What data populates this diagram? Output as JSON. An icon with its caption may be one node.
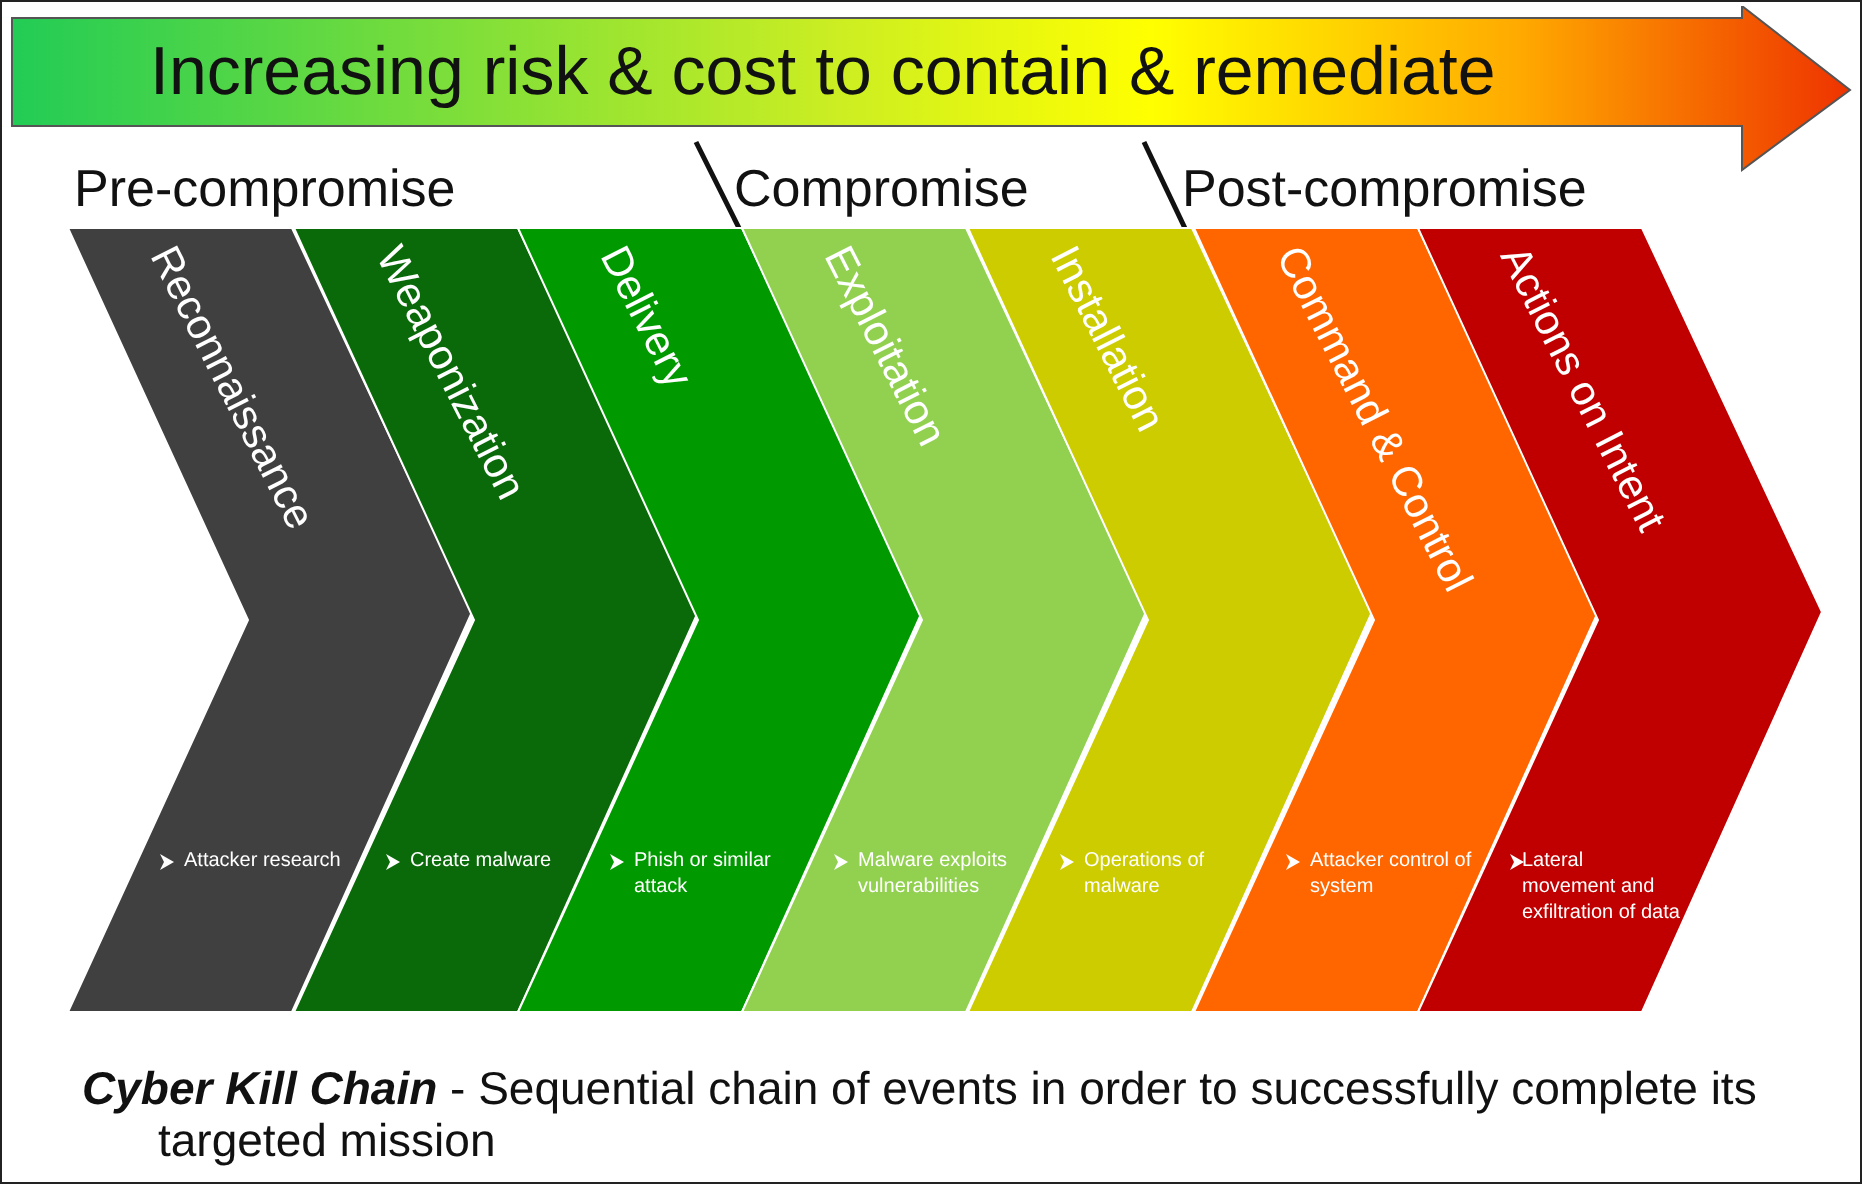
{
  "diagram": {
    "caption": "**Cyber Kill Chain** - Sequential chain of events in order to successfully complete its targeted mission",
    "nodes": [
      {
        "text": [
          "Increasing risk & cost to contain & remediate"
        ]
      },
      {
        "text": [
          "Reconnaissance",
          "Attacker research"
        ]
      },
      {
        "text": [
          "Weaponization",
          "Create malware"
        ]
      },
      {
        "text": [
          "Delivery",
          "Phish or similar attack"
        ]
      },
      {
        "text": [
          "Exploitation",
          "Malware exploits vulnerabilities"
        ]
      },
      {
        "text": [
          "Installation",
          "Operations of malware"
        ]
      },
      {
        "text": [
          "Command & Control",
          "Attacker control of system"
        ]
      },
      {
        "text": [
          "Actions on Intent",
          "Lateral movement and exfiltration of data"
        ]
      }
    ],
    "labels": [
      "Pre-compromise",
      "Compromise",
      "Post-compromise"
    ]
  }
}
